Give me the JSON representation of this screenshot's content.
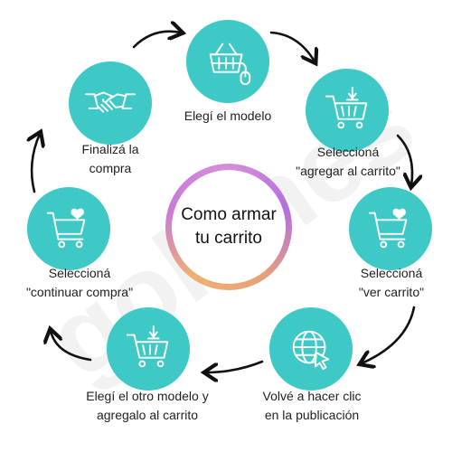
{
  "center": {
    "line1": "Como armar",
    "line2": "tu carrito"
  },
  "watermark": "golfines",
  "steps": [
    {
      "icon": "basket-mouse-icon",
      "line1": "Elegí el modelo",
      "line2": ""
    },
    {
      "icon": "cart-down-arrow-icon",
      "line1": "Seleccioná",
      "line2": "\"agregar al carrito\""
    },
    {
      "icon": "cart-heart-icon",
      "line1": "Seleccioná",
      "line2": "\"ver carrito\""
    },
    {
      "icon": "globe-cursor-icon",
      "line1": "Volvé a hacer clic",
      "line2": "en la publicación"
    },
    {
      "icon": "cart-down-arrow-icon",
      "line1": "Elegí el otro modelo y",
      "line2": "agregalo al carrito"
    },
    {
      "icon": "cart-heart-icon",
      "line1": "Seleccioná",
      "line2": "\"continuar compra\""
    },
    {
      "icon": "handshake-icon",
      "line1": "Finalizá la",
      "line2": "compra"
    }
  ],
  "colors": {
    "circle": "#3ec9c6",
    "icon_stroke": "#ffffff",
    "arrow": "#111111",
    "ring_gradient": [
      "#d58fd8",
      "#b46fe0",
      "#f0b070"
    ]
  }
}
